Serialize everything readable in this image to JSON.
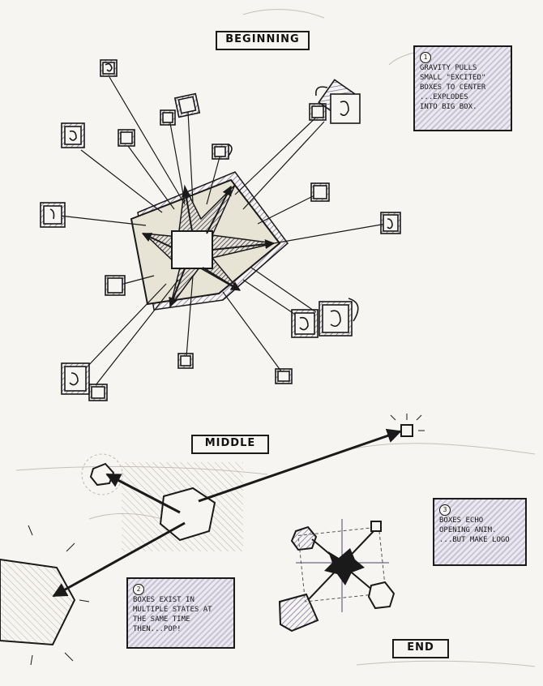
{
  "labels": {
    "beginning": "BEGINNING",
    "middle": "MIDDLE",
    "end": "END"
  },
  "notes": [
    {
      "number": "1",
      "text": "GRAVITY PULLS\nSMALL \"EXCITED\"\nBOXES TO CENTER\n...EXPLODES\nINTO BIG BOX."
    },
    {
      "number": "2",
      "text": "BOXES EXIST IN\nMULTIPLE STATES AT\nTHE SAME TIME\nTHEN...POP!"
    },
    {
      "number": "3",
      "text": "BOXES ECHO\nOPENING ANIM.\n...BUT MAKE LOGO"
    }
  ],
  "colors": {
    "ink": "#1a1a1a",
    "paper": "#f7f5f1",
    "hatch": "#8a80a8",
    "pencil": "#b8b4ae"
  }
}
